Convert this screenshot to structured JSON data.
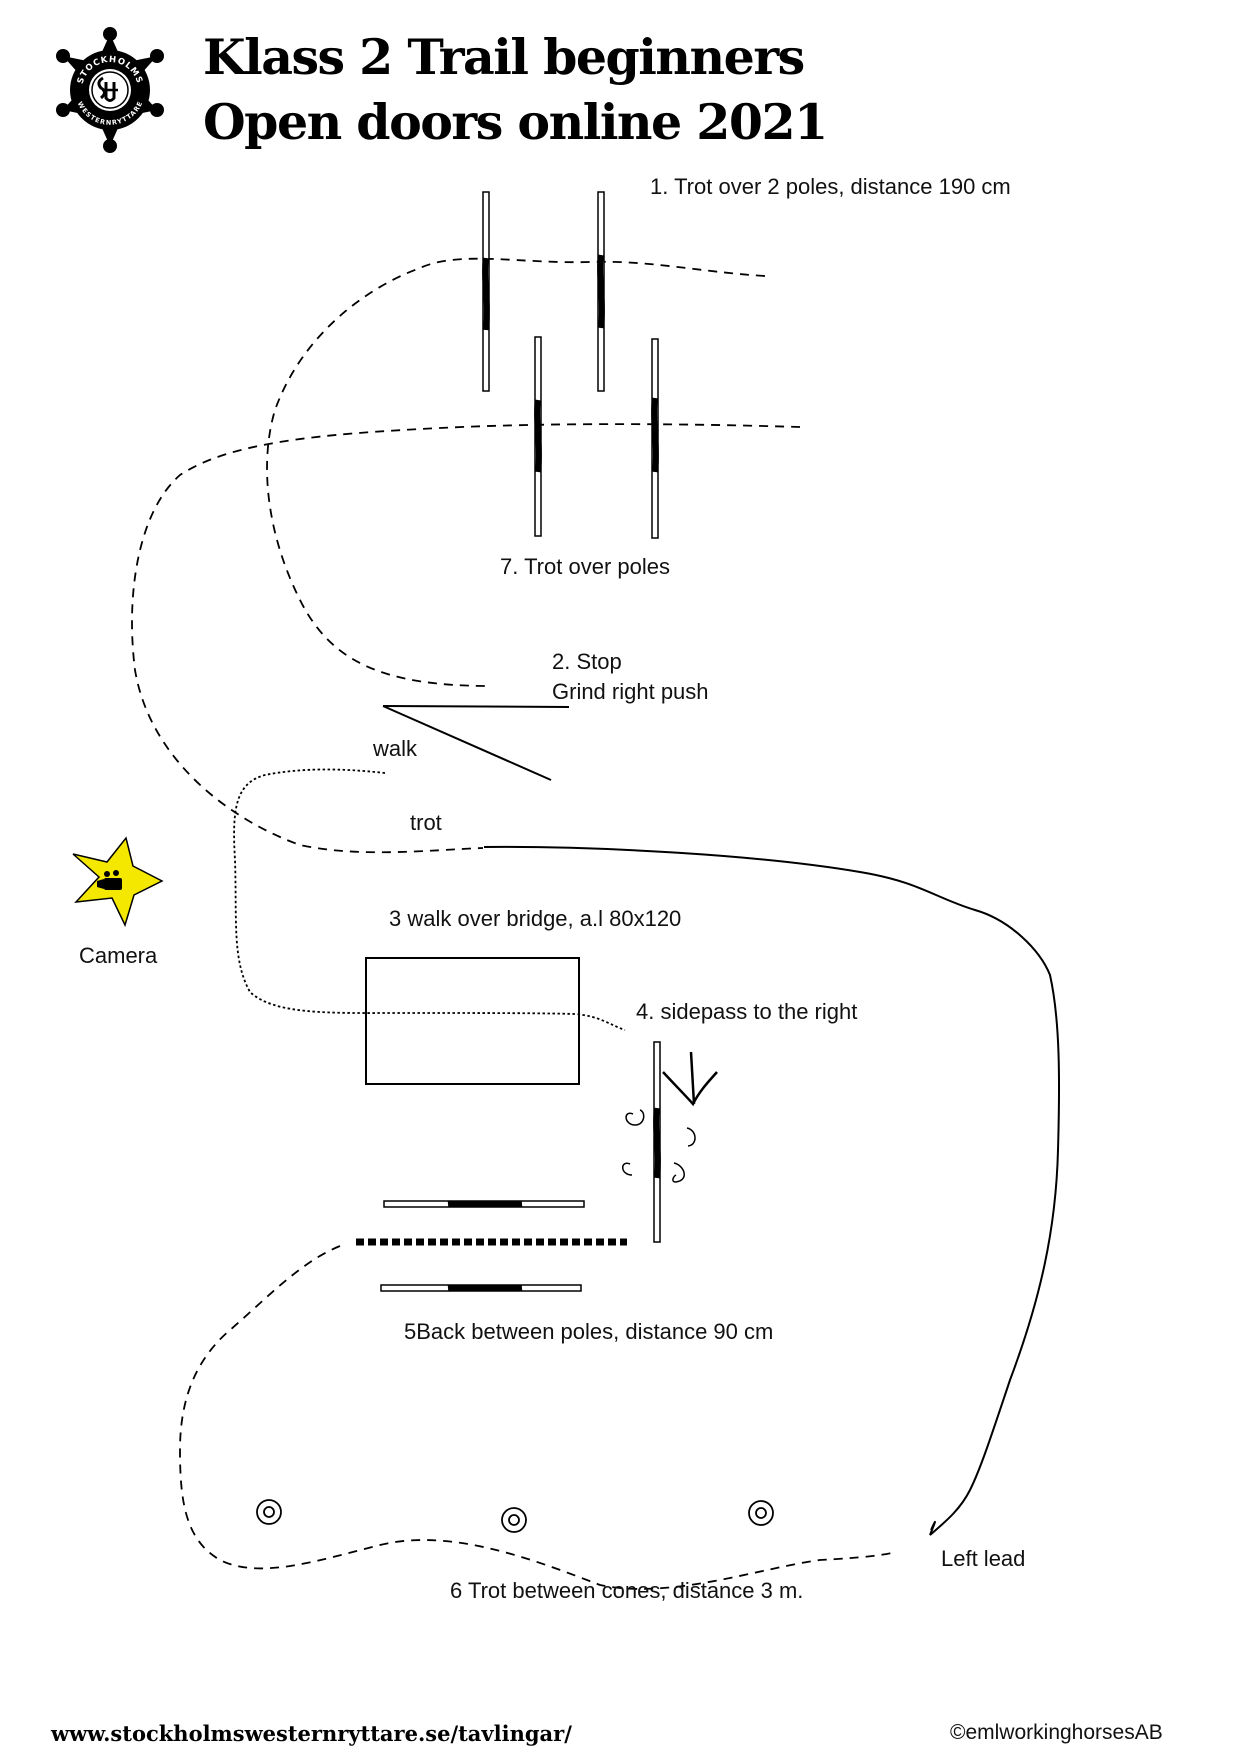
{
  "header": {
    "logo": {
      "icon": "sheriff-star-logo",
      "text_top": "STOCKHOLMS",
      "text_bottom": "WESTERNRYTTARE"
    },
    "title_line1": "Klass 2 Trail beginners",
    "title_line2": "Open doors online 2021"
  },
  "obstacles": {
    "trot_poles_first": "1. Trot over 2 poles, distance 190 cm",
    "stop": "2. Stop",
    "grind": "Grind right push",
    "bridge": "3 walk over bridge, a.l 80x120",
    "sidepass": "4. sidepass to the right",
    "back_poles": "5Back between poles, distance  90 cm",
    "cones": "6 Trot between cones, distance 3 m.",
    "trot_poles_last": "7. Trot over poles"
  },
  "gait_labels": {
    "walk": "walk",
    "trot": "trot",
    "left_lead": "Left lead"
  },
  "camera": {
    "icon": "camera-star-icon",
    "label": "Camera",
    "star_color": "#f5e800"
  },
  "footer": {
    "url": "www.stockholmswesternryttare.se/tavlingar/",
    "copyright": "©emlworkinghorsesAB"
  }
}
